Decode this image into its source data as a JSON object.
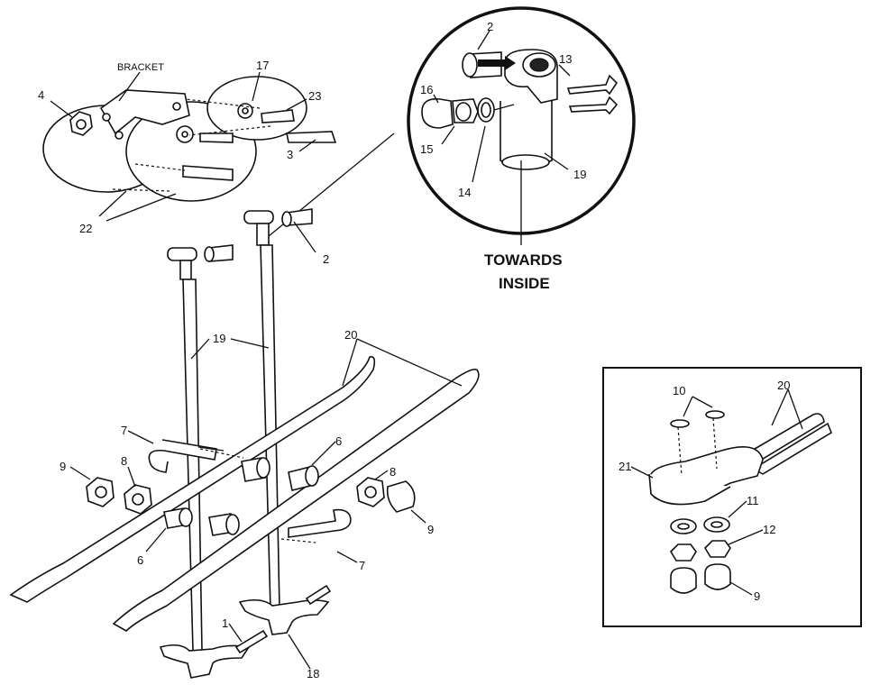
{
  "labels": {
    "bracket": "BRACKET",
    "n1": "1",
    "n2": "2",
    "n3": "3",
    "n4": "4",
    "n6": "6",
    "n7": "7",
    "n8": "8",
    "n9": "9",
    "n10": "10",
    "n11": "11",
    "n12": "12",
    "n13": "13",
    "n14": "14",
    "n15": "15",
    "n16": "16",
    "n17": "17",
    "n18": "18",
    "n19": "19",
    "n20": "20",
    "n21": "21",
    "n22": "22",
    "n23": "23",
    "towards": "TOWARDS",
    "inside": "INSIDE"
  }
}
